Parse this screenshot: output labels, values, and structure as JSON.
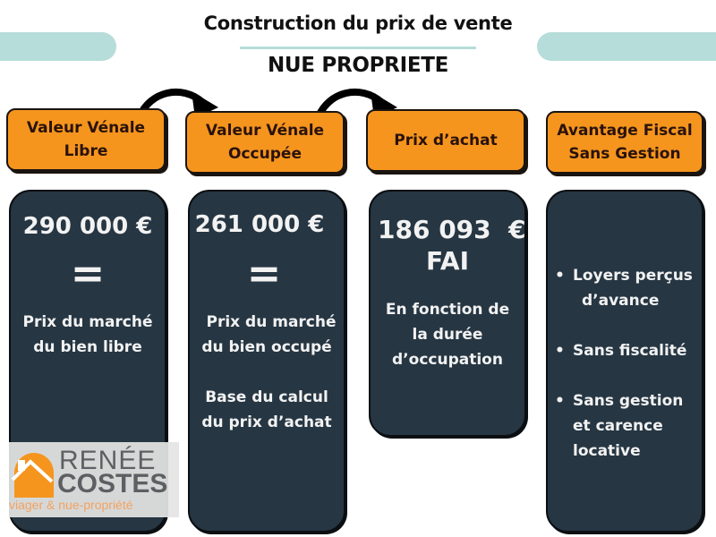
{
  "header": {
    "title": "Construction du prix de vente",
    "subtitle": "NUE PROPRIETE"
  },
  "colors": {
    "accent_orange": "#f5951e",
    "card_dark": "#263643",
    "teal_pill": "#b6ddd9",
    "header_text": "#2a120c"
  },
  "columns": [
    {
      "header_line1": "Valeur Vénale",
      "header_line2": "Libre",
      "price": "290 000 €",
      "equals": "=",
      "desc_line1": "Prix du marché",
      "desc_line2": "du bien libre"
    },
    {
      "header_line1": "Valeur Vénale",
      "header_line2": "Occupée",
      "price": "261 000 €",
      "equals": "=",
      "desc_line1": "Prix du marché",
      "desc_line2": "du bien occupé",
      "extra_line1": "Base du calcul",
      "extra_line2": "du prix d’achat"
    },
    {
      "header_line1": "Prix d’achat",
      "price": "186 093  €",
      "price_suffix": "FAI",
      "desc_line1": "En fonction de",
      "desc_line2": "la durée",
      "desc_line3": "d’occupation"
    },
    {
      "header_line1": "Avantage Fiscal",
      "header_line2": "Sans Gestion",
      "bullets": [
        {
          "line1": "Loyers perçus",
          "line2": "d’avance"
        },
        {
          "line1": "Sans fiscalité"
        },
        {
          "line1": "Sans gestion",
          "line2": "et carence",
          "line3": "locative"
        }
      ]
    }
  ],
  "arrows": [
    {
      "from": "Valeur Vénale Libre",
      "to": "Valeur Vénale Occupée",
      "icon": "curved-arrow-right"
    },
    {
      "from": "Valeur Vénale Occupée",
      "to": "Prix d’achat",
      "icon": "curved-arrow-right"
    }
  ],
  "logo": {
    "line1": "RENÉE",
    "line2": "COSTES",
    "tagline": "viager & nue-propriété"
  }
}
